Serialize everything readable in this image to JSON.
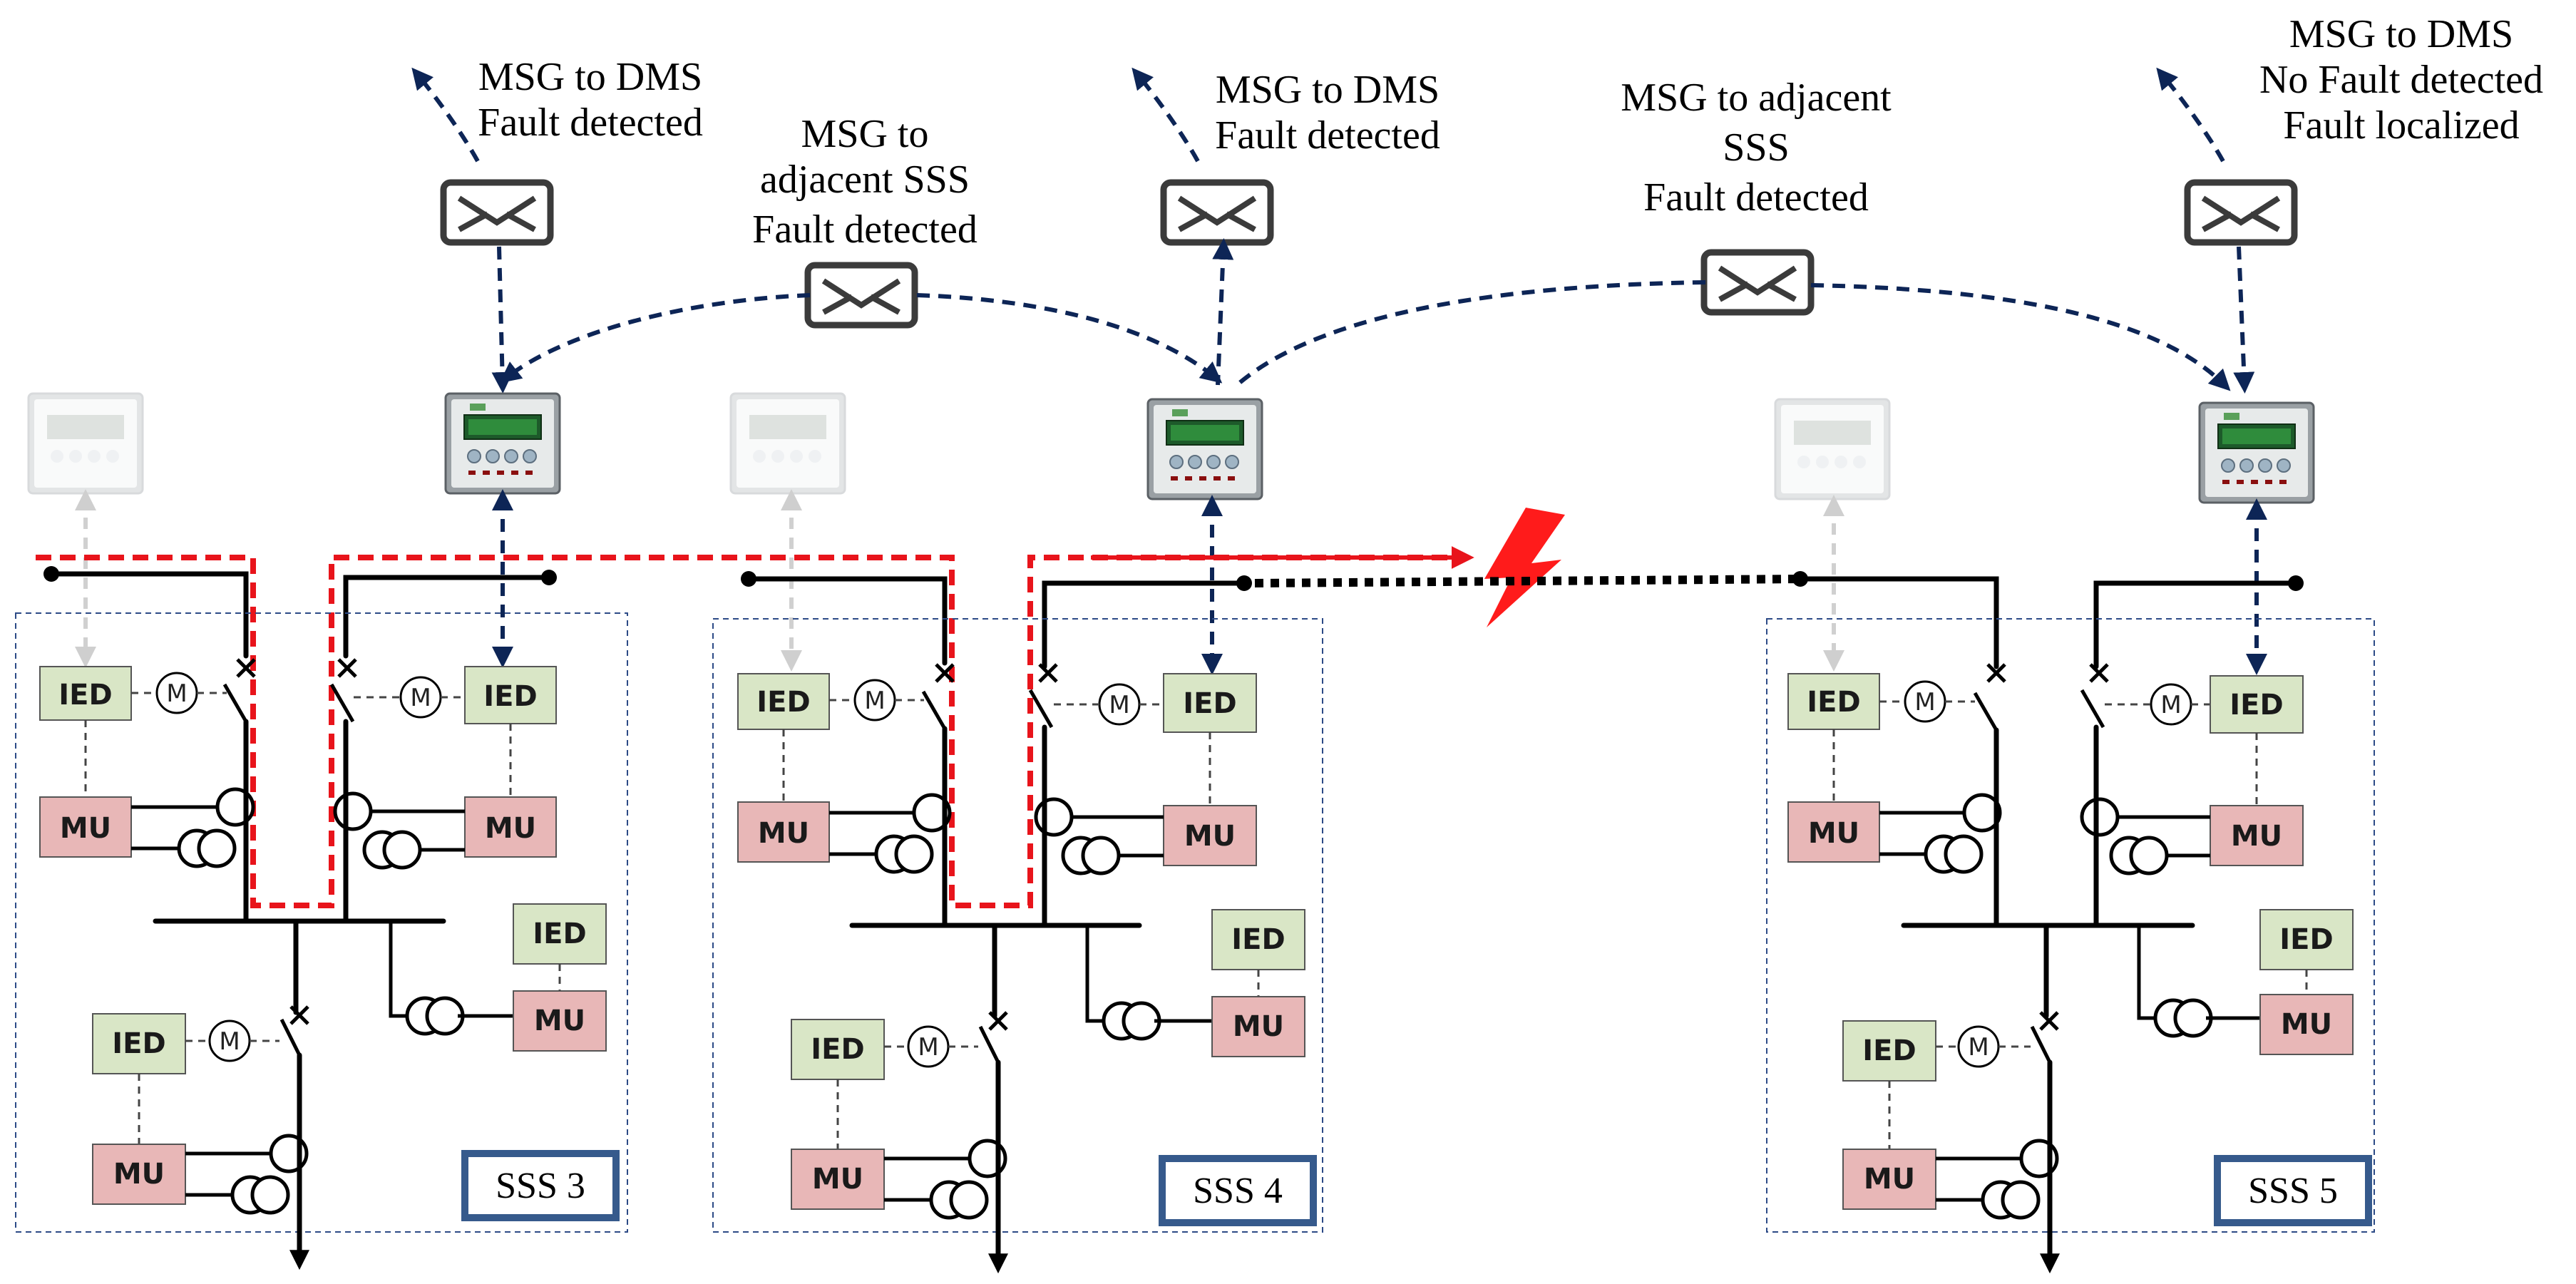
{
  "messages": {
    "dms_left": [
      "MSG to DMS",
      "Fault detected"
    ],
    "adjacent_left": [
      "MSG to",
      "adjacent SSS",
      "Fault detected"
    ],
    "dms_center": [
      "MSG to DMS",
      "Fault detected"
    ],
    "adjacent_right": [
      "MSG to adjacent",
      "SSS",
      "Fault detected"
    ],
    "dms_right": [
      "MSG to DMS",
      "No Fault detected",
      "Fault localized"
    ]
  },
  "labels": {
    "ied": "IED",
    "mu": "MU",
    "motor": "M"
  },
  "substations": [
    "SSS 3",
    "SSS 4",
    "SSS 5"
  ],
  "colors": {
    "comm_arrow": "#0d2556",
    "fault_path": "#e8141b",
    "ied_fill": "#d9e6c6",
    "mu_fill": "#e8b7b7",
    "sss_frame": "#2c4a86"
  }
}
